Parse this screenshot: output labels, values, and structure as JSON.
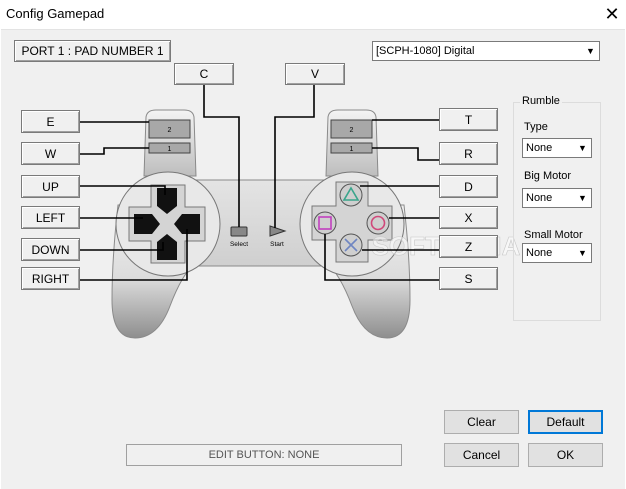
{
  "window": {
    "title": "Config Gamepad",
    "close_glyph": "✕"
  },
  "port_label": "PORT 1 : PAD NUMBER 1",
  "pad_type": {
    "selected": "[SCPH-1080] Digital"
  },
  "keys": {
    "select": "C",
    "start": "V",
    "l2": "E",
    "l1": "W",
    "up": "UP",
    "left": "LEFT",
    "down": "DOWN",
    "right": "RIGHT",
    "r2": "T",
    "r1": "R",
    "triangle": "D",
    "circle": "X",
    "cross": "Z",
    "square": "S"
  },
  "pad_labels": {
    "select": "Select",
    "start": "Start",
    "l2": "2",
    "l1": "1",
    "r2": "2",
    "r1": "1"
  },
  "watermark": "SOFTPEDIA",
  "rumble": {
    "title": "Rumble",
    "type_label": "Type",
    "type_value": "None",
    "big_label": "Big Motor",
    "big_value": "None",
    "small_label": "Small Motor",
    "small_value": "None"
  },
  "status": "EDIT BUTTON: NONE",
  "buttons": {
    "clear": "Clear",
    "default": "Default",
    "cancel": "Cancel",
    "ok": "OK"
  },
  "colors": {
    "accent": "#0078d7",
    "triangle": "#3aa58c",
    "circle": "#d0487a",
    "square": "#c23fbf",
    "cross": "#6f86c2"
  }
}
